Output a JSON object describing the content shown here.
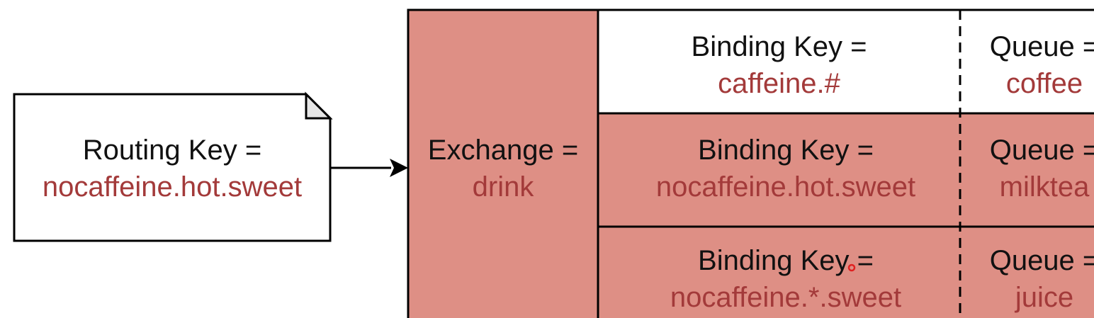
{
  "routing": {
    "label": "Routing Key =",
    "value": "nocaffeine.hot.sweet"
  },
  "exchange": {
    "label": "Exchange =",
    "value": "drink"
  },
  "bindings": [
    {
      "binding_label": "Binding Key =",
      "binding_value": "caffeine.#",
      "queue_label": "Queue =",
      "queue_value": "coffee",
      "highlighted": false
    },
    {
      "binding_label": "Binding Key =",
      "binding_value": "nocaffeine.hot.sweet",
      "queue_label": "Queue =",
      "queue_value": "milktea",
      "highlighted": true
    },
    {
      "binding_label": "Binding Key =",
      "binding_value": "nocaffeine.*.sweet",
      "queue_label": "Queue =",
      "queue_value": "juice",
      "highlighted": true
    }
  ],
  "colors": {
    "highlight": "#de8f85",
    "value_text": "#a33a3a",
    "stroke": "#000000",
    "fold": "#e6e6e6"
  }
}
